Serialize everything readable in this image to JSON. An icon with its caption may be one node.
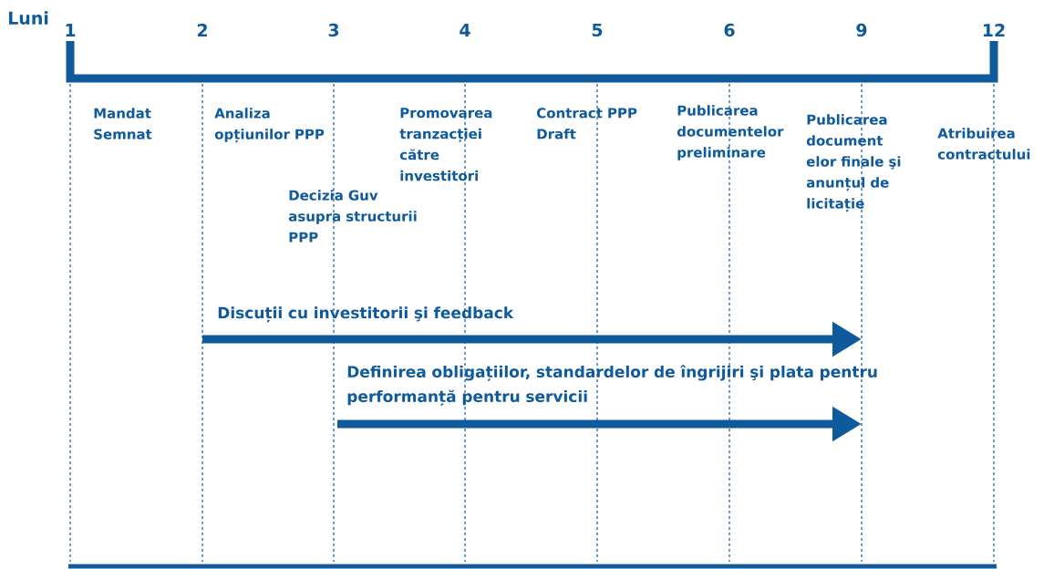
{
  "diagram": {
    "labels": [
      "Luni",
      "1",
      "2",
      "3",
      "4",
      "5",
      "6",
      "9",
      "12",
      "Mandat Semnat",
      "Analiza opțiunilor PPP",
      "Decizia Guv asupra structurii PPP",
      "Promovarea tranzacției către investitori",
      "Contract PPP Draft",
      "Publicarea documentelor preliminare",
      "Publicarea document elor finale şi anunțul de licitație",
      "Atribuirea contractului",
      "Discuții cu investitorii şi feedback",
      "Definirea obligațiilor, standardelor de îngrijiri şi plata pentru performanță pentru servicii"
    ]
  }
}
